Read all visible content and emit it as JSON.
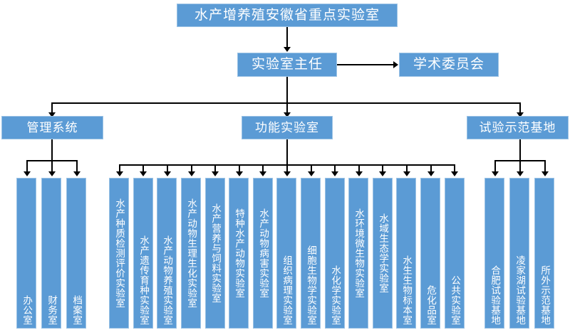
{
  "diagram": {
    "type": "organizational-chart",
    "title_box": {
      "label": "水产增养殖安徽省重点实验室"
    },
    "director_box": {
      "label": "实验室主任"
    },
    "committee_box": {
      "label": "学术委员会"
    },
    "branches": [
      {
        "id": "management-system",
        "label": "管理系统",
        "children": [
          {
            "label": "办公室"
          },
          {
            "label": "财务室"
          },
          {
            "label": "档案室"
          }
        ]
      },
      {
        "id": "functional-laboratory",
        "label": "功能实验室",
        "children": [
          {
            "label": "水产种质检测评价实验室"
          },
          {
            "label": "水产遗传育种实验室"
          },
          {
            "label": "水产动物养殖实验室"
          },
          {
            "label": "水产动物生理生化实验室"
          },
          {
            "label": "水产营养与饲料实验室"
          },
          {
            "label": "特种水产动物实验室"
          },
          {
            "label": "水产动物病害实验室"
          },
          {
            "label": "组织病理实验室"
          },
          {
            "label": "细胞生物学实验室"
          },
          {
            "label": "水化学实验室"
          },
          {
            "label": "水环境微生物实验室"
          },
          {
            "label": "水域生态学实验室"
          },
          {
            "label": "水生生物标本室"
          },
          {
            "label": "危化品室"
          },
          {
            "label": "公共实验室"
          }
        ]
      },
      {
        "id": "demonstration-base",
        "label": "试验示范基地",
        "children": [
          {
            "label": "合肥试验基地"
          },
          {
            "label": "凌家湖试验基地"
          },
          {
            "label": "所外示范基地"
          }
        ]
      }
    ],
    "colors": {
      "box_fill": "#5B9BD5",
      "box_border": "#9CC3E5",
      "box_text": "#FFFFFF",
      "connector": "#000000",
      "background": "#FFFFFF"
    }
  }
}
